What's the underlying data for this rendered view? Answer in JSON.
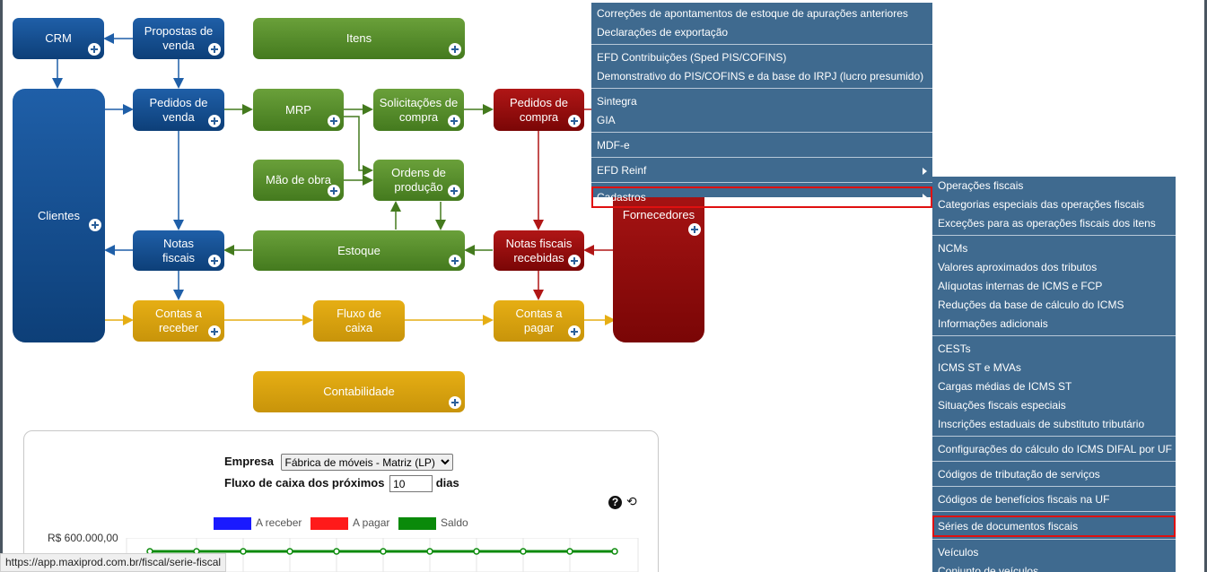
{
  "flow": {
    "crm": "CRM",
    "propostas": "Propostas de venda",
    "itens": "Itens",
    "clientes": "Clientes",
    "pedidos_venda": "Pedidos de venda",
    "mrp": "MRP",
    "solicitacoes": "Solicitações de compra",
    "pedidos_compra": "Pedidos de compra",
    "mao_obra": "Mão de obra",
    "ordens": "Ordens de produção",
    "notas_fiscais": "Notas fiscais",
    "estoque": "Estoque",
    "nf_recebidas": "Notas fiscais recebidas",
    "fornecedores": "Fornecedores",
    "contas_receber": "Contas a receber",
    "fluxo_caixa": "Fluxo de caixa",
    "contas_pagar": "Contas a pagar",
    "contabilidade": "Contabilidade"
  },
  "colors": {
    "blue": "#0d3f78",
    "green": "#447a1e",
    "red": "#7a0606",
    "gold": "#c8940a",
    "menu": "#3f6a8f",
    "highlight": "#e01010"
  },
  "menu_main": [
    {
      "label": "Correções de apontamentos de estoque de apurações anteriores"
    },
    {
      "label": "Declarações de exportação"
    },
    {
      "label": "EFD Contribuições (Sped PIS/COFINS)"
    },
    {
      "label": "Demonstrativo do PIS/COFINS e da base do IRPJ (lucro presumido)"
    },
    {
      "label": "Sintegra"
    },
    {
      "label": "GIA"
    },
    {
      "label": "MDF-e"
    },
    {
      "label": "EFD Reinf"
    },
    {
      "label": "Cadastros"
    }
  ],
  "menu_sub": [
    {
      "label": "Operações fiscais"
    },
    {
      "label": "Categorias especiais das operações fiscais"
    },
    {
      "label": "Exceções para as operações fiscais dos itens"
    },
    {
      "label": "NCMs"
    },
    {
      "label": "Valores aproximados dos tributos"
    },
    {
      "label": "Alíquotas internas de ICMS e FCP"
    },
    {
      "label": "Reduções da base de cálculo do ICMS"
    },
    {
      "label": "Informações adicionais"
    },
    {
      "label": "CESTs"
    },
    {
      "label": "ICMS ST e MVAs"
    },
    {
      "label": "Cargas médias de ICMS ST"
    },
    {
      "label": "Situações fiscais especiais"
    },
    {
      "label": "Inscrições estaduais de substituto tributário"
    },
    {
      "label": "Configurações do cálculo do ICMS DIFAL por UF"
    },
    {
      "label": "Códigos de tributação de serviços"
    },
    {
      "label": "Códigos de benefícios fiscais na UF"
    },
    {
      "label": "Séries de documentos fiscais"
    },
    {
      "label": "Veículos"
    },
    {
      "label": "Conjunto de veículos"
    }
  ],
  "panel": {
    "empresa_label": "Empresa",
    "empresa_value": "Fábrica de móveis - Matriz (LP)",
    "fluxo_label": "Fluxo de caixa dos próximos",
    "dias_value": "10",
    "dias_label": "dias",
    "legend": [
      {
        "label": "A receber",
        "color": "#1a1aff"
      },
      {
        "label": "A pagar",
        "color": "#ff1a1a"
      },
      {
        "label": "Saldo",
        "color": "#0a8a0a"
      }
    ],
    "y_tick": "R$ 600.000,00"
  },
  "status_url": "https://app.maxiprod.com.br/fiscal/serie-fiscal"
}
